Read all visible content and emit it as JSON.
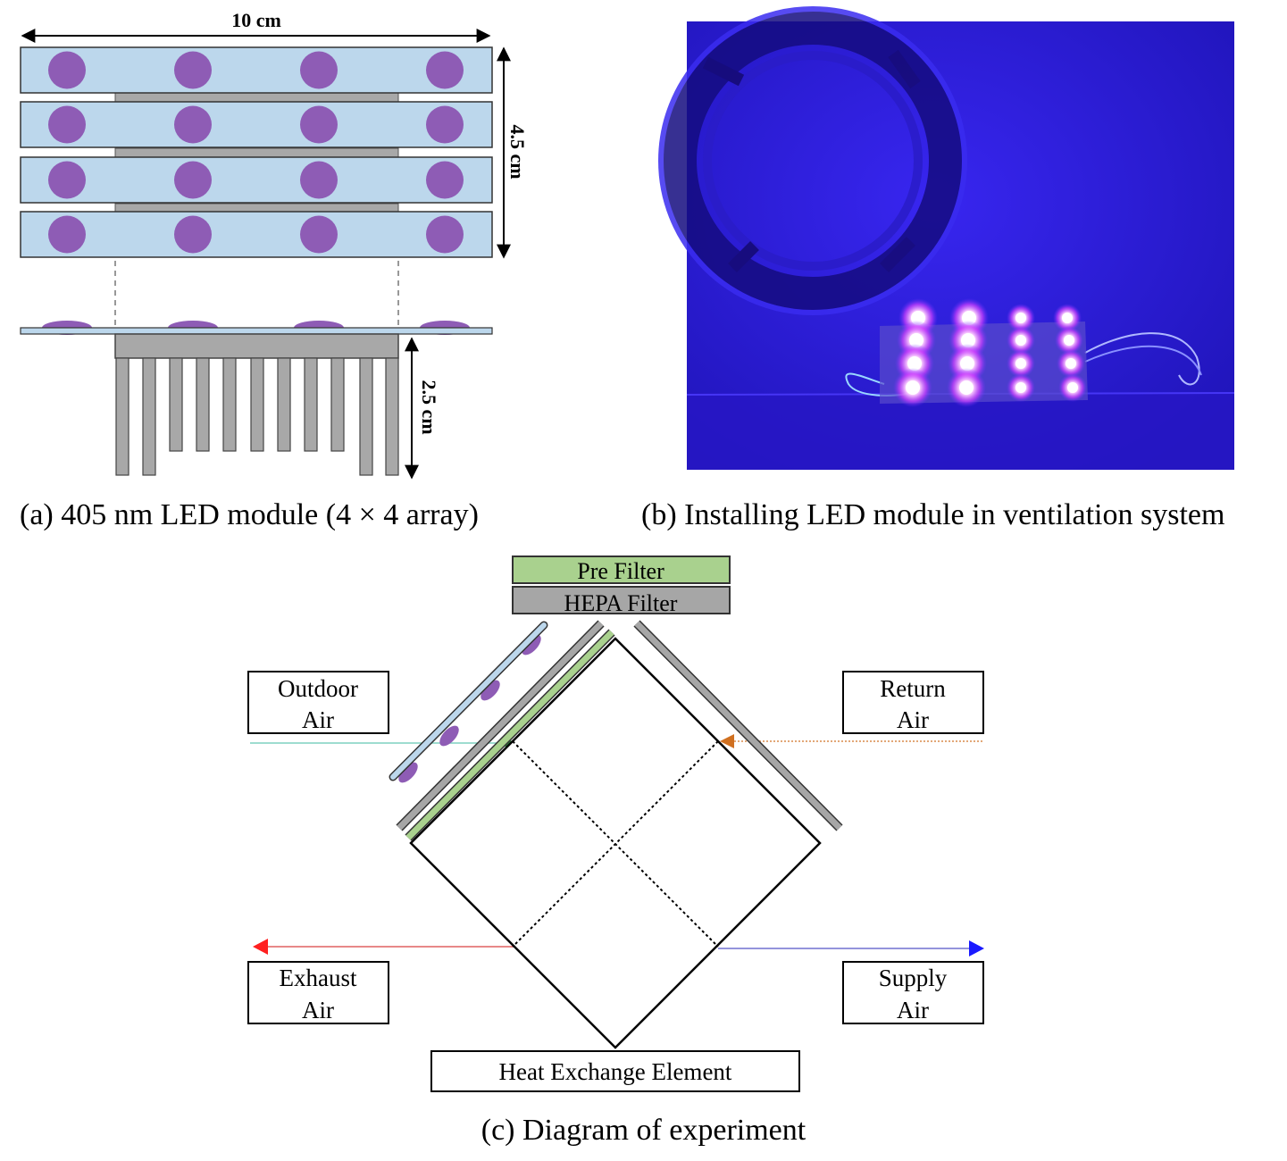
{
  "panel_a": {
    "width_label": "10 cm",
    "height_label": "4.5 cm",
    "heatsink_label": "2.5 cm",
    "caption": "(a) 405 nm LED module (4 × 4  array)",
    "colors": {
      "strip": "#bcd7ec",
      "led": "#8e5cb5",
      "heatsink": "#a8a8a8"
    }
  },
  "panel_b": {
    "caption": "(b) Installing LED module in ventilation system",
    "colors": {
      "background": "#2e20e6",
      "led_glow": "#ffffff"
    }
  },
  "panel_c": {
    "labels": {
      "pre_filter": "Pre Filter",
      "hepa_filter": "HEPA Filter",
      "outdoor_1": "Outdoor",
      "outdoor_2": "Air",
      "return_1": "Return",
      "return_2": "Air",
      "exhaust_1": "Exhaust",
      "exhaust_2": "Air",
      "supply_1": "Supply",
      "supply_2": "Air",
      "heat_exchange": "Heat Exchange  Element"
    },
    "caption": "(c) Diagram of experiment",
    "colors": {
      "pre_filter": "#a9d18e",
      "hepa_filter": "#a6a6a6",
      "outdoor_line": "#7fd0c0",
      "return_line": "#d98a4a",
      "exhaust_arrow": "#ff2020",
      "supply_arrow": "#1a1aff"
    }
  }
}
